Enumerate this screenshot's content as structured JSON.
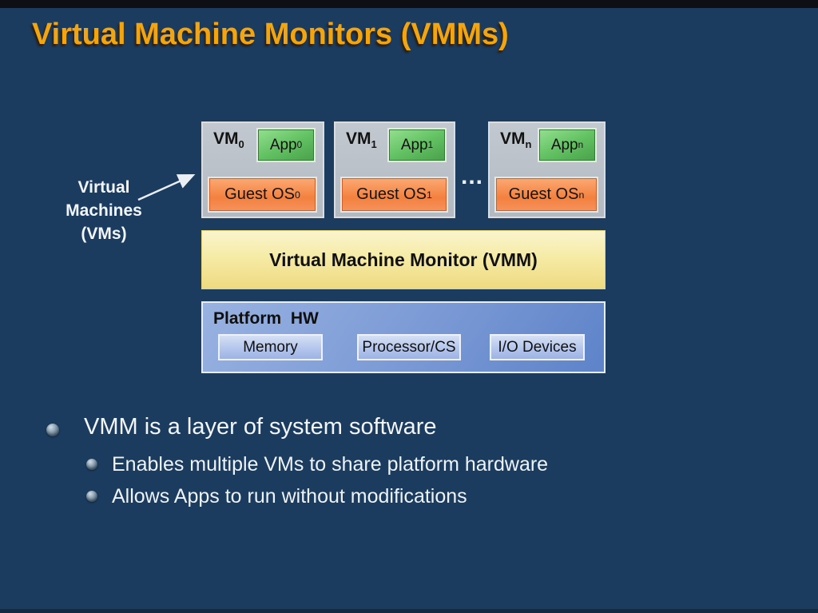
{
  "slide": {
    "title": "Virtual Machine Monitors (VMMs)"
  },
  "diagram": {
    "vms_annotation": "Virtual\nMachines\n(VMs)",
    "ellipsis": "...",
    "vms": [
      {
        "name": "VM",
        "name_sub": "0",
        "app": "App",
        "app_sub": "0",
        "os": "Guest OS",
        "os_sub": "0"
      },
      {
        "name": "VM",
        "name_sub": "1",
        "app": "App",
        "app_sub": "1",
        "os": "Guest OS",
        "os_sub": "1"
      },
      {
        "name": "VM",
        "name_sub": "n",
        "app": "App",
        "app_sub": "n",
        "os": "Guest OS",
        "os_sub": "n"
      }
    ],
    "vmm_label": "Virtual Machine Monitor (VMM)",
    "platform": {
      "label": "Platform  HW",
      "components": [
        "Memory",
        "Processor/CS",
        "I/O Devices"
      ]
    }
  },
  "bullets": {
    "main": "VMM is a layer of system software",
    "subs": [
      "Enables multiple VMs to share platform hardware",
      "Allows Apps to run without modifications"
    ]
  },
  "colors": {
    "background": "#1b3b5f",
    "title_gold": "#f3a50f",
    "vm_box_gray": "#b7bdc5",
    "app_green": "#63c263",
    "guest_os_orange": "#f3813f",
    "vmm_yellow": "#f2e49b",
    "platform_blue": "#7d9bd6",
    "text_white": "#f2f6fa"
  }
}
